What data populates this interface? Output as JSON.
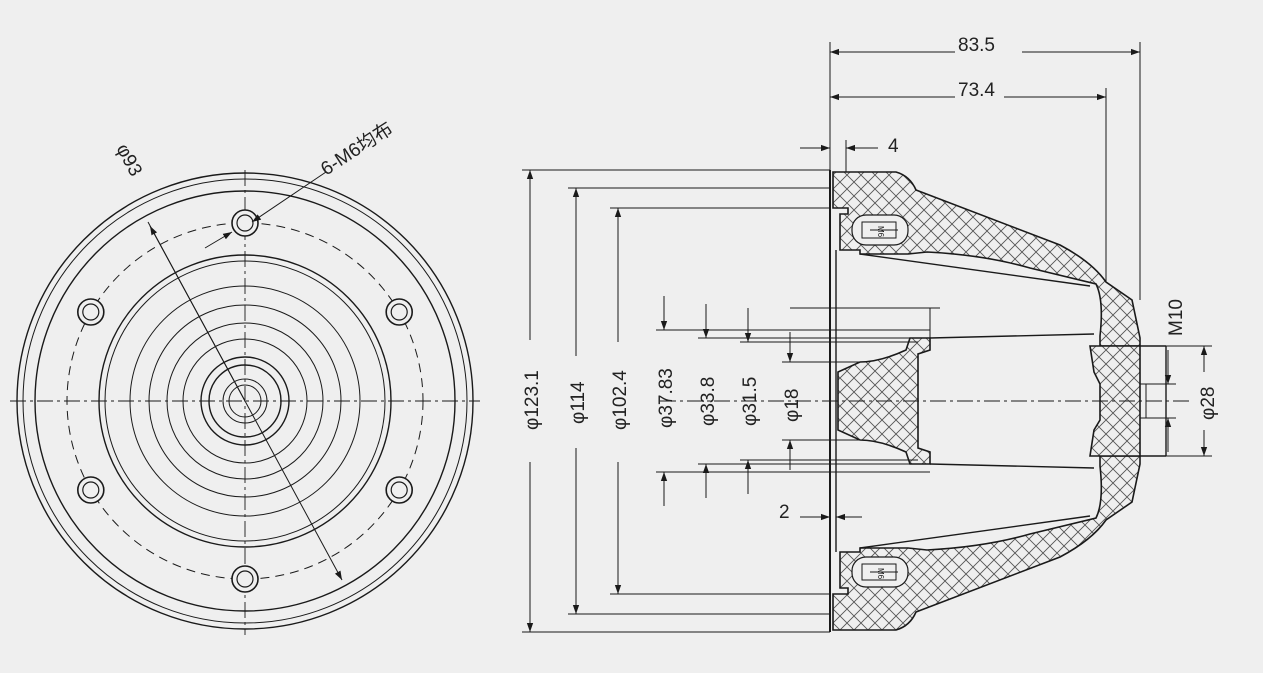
{
  "front_view": {
    "pcd_label": "φ93",
    "holes_label": "6-M6均布"
  },
  "side_view": {
    "dims_horizontal": {
      "overall_length": "83.5",
      "body_length": "73.4",
      "flange_thickness": "4",
      "step_thickness": "2"
    },
    "dims_diameters": [
      {
        "key": "d1",
        "label": "φ123.1"
      },
      {
        "key": "d2",
        "label": "φ114"
      },
      {
        "key": "d3",
        "label": "φ102.4"
      },
      {
        "key": "d4",
        "label": "φ37.83"
      },
      {
        "key": "d5",
        "label": "φ33.8"
      },
      {
        "key": "d6",
        "label": "φ31.5"
      },
      {
        "key": "d7",
        "label": "φ18"
      }
    ],
    "thread_label": "M10",
    "end_diameter": "φ28",
    "bolt_mark": "M6"
  }
}
